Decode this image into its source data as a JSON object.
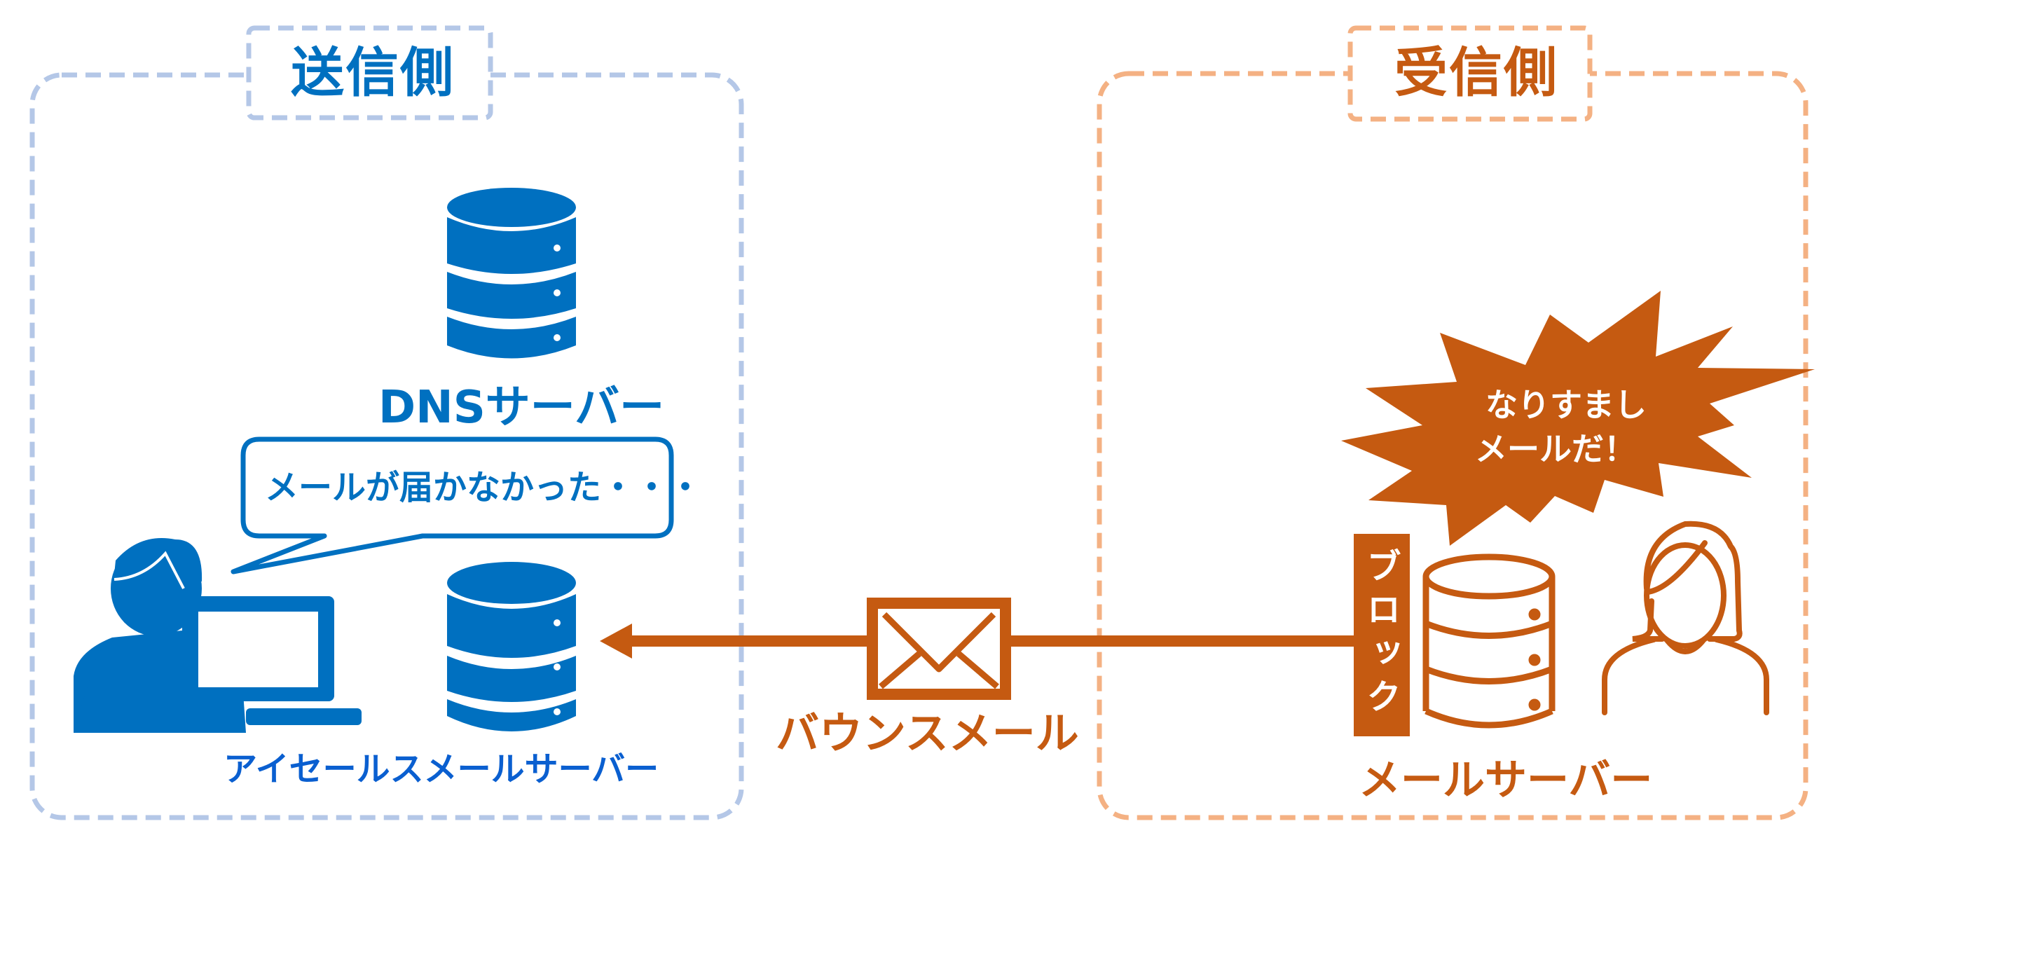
{
  "colors": {
    "sender_blue": "#0070c0",
    "sender_border": "#b4c7e7",
    "receiver_orange": "#c55a11",
    "receiver_border": "#f4b183",
    "label_blue": "#0a5fd0"
  },
  "sender": {
    "title": "送信側",
    "dns_server_label": "DNSサーバー",
    "speech_bubble": "メールが届かなかった・・・",
    "mail_server_label": "アイセールスメールサーバー",
    "icons": [
      "database-icon",
      "user-at-computer-icon",
      "database-icon"
    ]
  },
  "flow": {
    "label": "バウンスメール",
    "direction": "receiver-to-sender",
    "icons": [
      "envelope-icon",
      "arrow-left-icon"
    ]
  },
  "receiver": {
    "title": "受信側",
    "block_label": "ブロック",
    "alert_text_line1": "なりすまし",
    "alert_text_line2": "メールだ！",
    "mail_server_label": "メールサーバー",
    "icons": [
      "database-outline-icon",
      "woman-user-icon",
      "starburst-icon"
    ]
  }
}
